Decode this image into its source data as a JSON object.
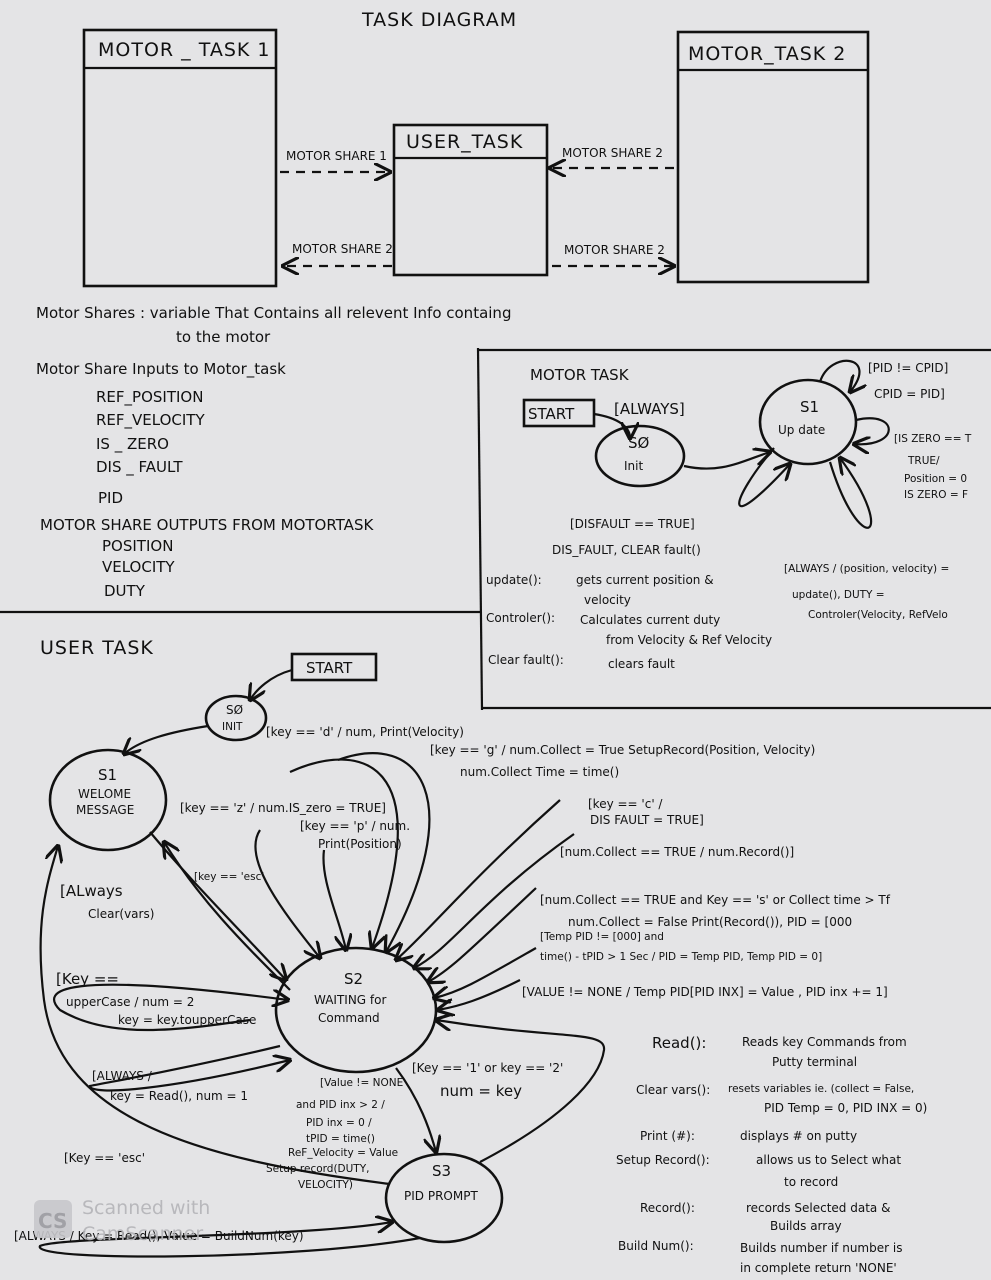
{
  "title": "TASK DIAGRAM",
  "tasks": {
    "motor1": "MOTOR _ TASK 1",
    "motor2": "MOTOR_TASK 2",
    "user": "USER_TASK"
  },
  "shares": {
    "s1_top": "MOTOR SHARE 1",
    "s1_bottom": "MOTOR SHARE 2",
    "s2_top": "MOTOR SHARE 2",
    "s2_bottom": "MOTOR SHARE 2"
  },
  "shares_desc": {
    "line1": "Motor Shares : variable That Contains all relevent Info containg",
    "line2": "to the motor"
  },
  "inputs": {
    "heading": "Motor Share Inputs to Motor_task",
    "items": [
      "REF_POSITION",
      "REF_VELOCITY",
      "IS _ ZERO",
      "DIS _ FAULT",
      "PID"
    ]
  },
  "outputs": {
    "heading": "MOTOR SHARE OUTPUTS FROM MOTORTASK",
    "items": [
      "POSITION",
      "VELOCITY",
      "DUTY"
    ]
  },
  "motor_fsm": {
    "title": "MOTOR TASK",
    "start": "START",
    "always": "[ALWAYS]",
    "s0_id": "SØ",
    "s0_label": "Init",
    "s1_id": "S1",
    "s1_label": "Up date",
    "pid_line1": "[PID != CPID]",
    "pid_line2": "CPID = PID]",
    "iszero_line1": "[IS ZERO == T",
    "iszero_line2": "TRUE/",
    "iszero_line3": "Position = 0",
    "iszero_line4": "IS ZERO = F",
    "disfault_line1": "[DISFAULT == TRUE]",
    "disfault_line2": "DIS_FAULT, CLEAR fault()",
    "always_line1": "[ALWAYS / (position, velocity) =",
    "always_line2": "update(), DUTY =",
    "always_line3": "Controler(Velocity, RefVelo",
    "legend": [
      {
        "fn": "update():",
        "desc": "gets current position &"
      },
      {
        "fn": "",
        "desc": "velocity"
      },
      {
        "fn": "Controler():",
        "desc": "Calculates current duty"
      },
      {
        "fn": "",
        "desc": "from Velocity & Ref Velocity"
      },
      {
        "fn": "Clear fault():",
        "desc": "clears fault"
      }
    ]
  },
  "user_fsm": {
    "title": "USER TASK",
    "start": "START",
    "s0_id": "SØ",
    "s0_label": "INIT",
    "s1_id": "S1",
    "s1_label1": "WELOME",
    "s1_label2": "MESSAGE",
    "s2_id": "S2",
    "s2_label1": "WAITING for",
    "s2_label2": "Command",
    "s3_id": "S3",
    "s3_label": "PID PROMPT",
    "transitions": {
      "d_vel": "[key == 'd' / num, Print(Velocity)",
      "g1": "[key == 'g' / num.Collect = True SetupRecord(Position, Velocity)",
      "g2": "num.Collect Time = time()",
      "c1": "[key == 'c' /",
      "c2": "DIS FAULT = TRUE]",
      "z": "[key == 'z' / num.IS_zero = TRUE]",
      "p1": "[key == 'p' / num.",
      "p2": "Print(Position)",
      "esc": "[key == 'esc'",
      "rec": "[num.Collect == TRUE / num.Record()]",
      "coll1": "[num.Collect == TRUE and Key == 's' or Collect time > Tf",
      "coll2": "num.Collect = False Print(Record()), PID = [000",
      "tmp1": "[Temp PID != [000] and",
      "tmp2": "time() - tPID > 1 Sec / PID = Temp PID, Temp PID = 0]",
      "val": "[VALUE != NONE / Temp PID[PID INX] = Value , PID inx += 1]",
      "always_clear1": "[ALways",
      "always_clear2": "Clear(vars)",
      "upper1": "[Key ==",
      "upper2": "upperCase / num = 2",
      "upper3": "key = key.toupperCase",
      "read1": "[ALWAYS /",
      "read2": "key = Read(), num = 1",
      "v1": "[Value != NONE",
      "v2": "and PID inx > 2 /",
      "v3": "PID inx = 0 /",
      "v4": "tPID = time()",
      "v5": "ReF_Velocity = Value",
      "v6": "Setup record(DUTY,",
      "v7": "VELOCITY)",
      "k12_1": "[Key == '1' or key == '2'",
      "k12_2": "num = key",
      "esc2": "[Key == 'esc'",
      "always_bottom": "[ALWAYS / Key = Read(), Value = BuildNum(key)"
    },
    "legend": [
      {
        "fn": "Read():",
        "desc1": "Reads key Commands from",
        "desc2": "Putty terminal"
      },
      {
        "fn": "Clear vars():",
        "desc1": "resets variables ie. (collect = False,",
        "desc2": "PID Temp = 0, PID INX = 0)"
      },
      {
        "fn": "Print (#):",
        "desc1": "displays # on putty",
        "desc2": ""
      },
      {
        "fn": "Setup Record():",
        "desc1": "allows us to Select what",
        "desc2": "to record"
      },
      {
        "fn": "Record():",
        "desc1": "records Selected data &",
        "desc2": "Builds array"
      },
      {
        "fn": "Build Num():",
        "desc1": "Builds number if number is",
        "desc2": "in complete return 'NONE'"
      }
    ]
  },
  "watermark": {
    "badge": "CS",
    "line1": "Scanned with",
    "line2": "CamScanner"
  }
}
